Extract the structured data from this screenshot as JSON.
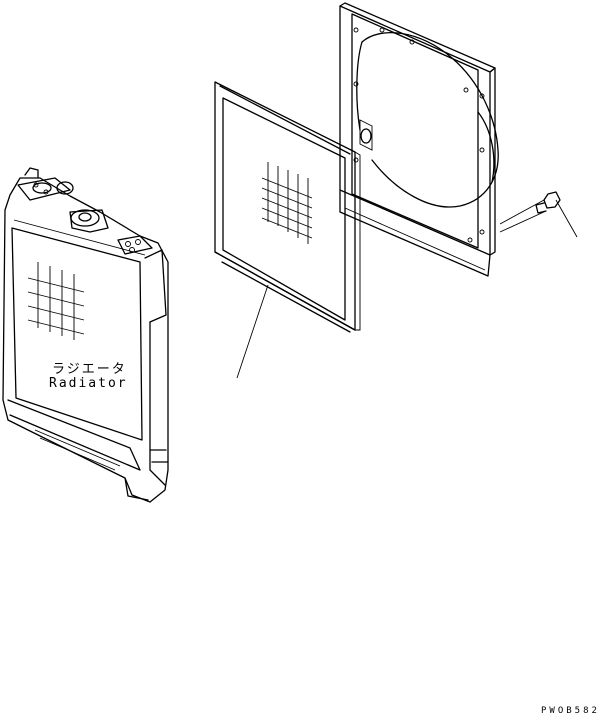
{
  "labels": {
    "radiator_jp": "ラジエータ",
    "radiator_en": "Radiator",
    "drawing_code": "PWOB582"
  },
  "colors": {
    "ink": "#000000",
    "paper": "#ffffff"
  }
}
